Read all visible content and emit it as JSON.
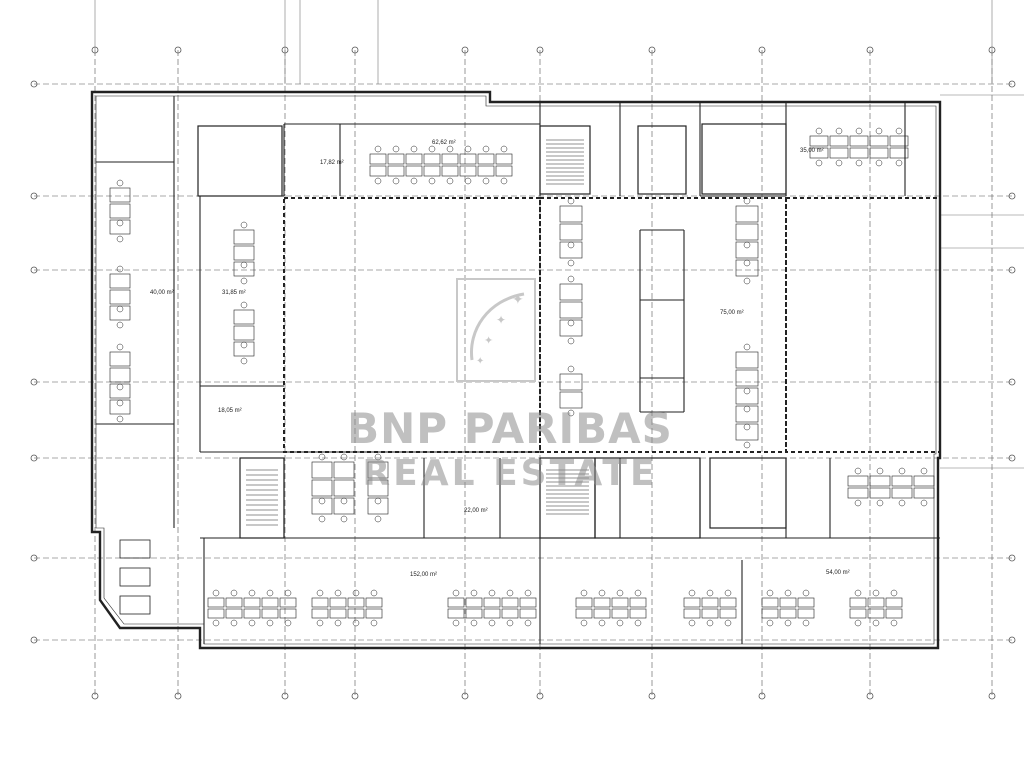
{
  "watermark": {
    "brand_line_1": "BNP PARIBAS",
    "brand_line_2": "REAL ESTATE"
  },
  "drawing": {
    "type": "architectural floor plan",
    "room_labels": [
      "62,62 m²",
      "17,82 m²",
      "31,85 m²",
      "75,00 m²",
      "40,00 m²",
      "18,05 m²",
      "35,00 m²",
      "152,00 m²",
      "54,00 m²",
      "22,00 m²"
    ]
  },
  "colors": {
    "line": "#222222",
    "grid": "#555555",
    "watermark": "#8c8c8c"
  }
}
